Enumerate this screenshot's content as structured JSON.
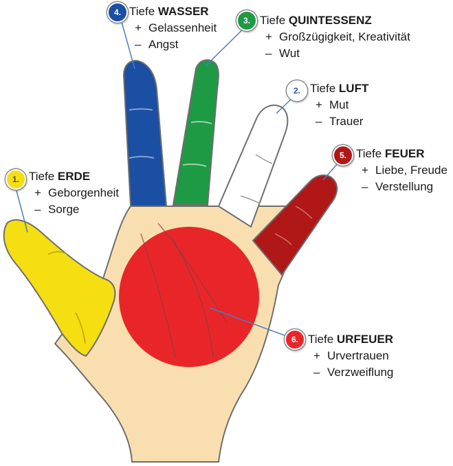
{
  "levels": [
    {
      "id": "erde",
      "number": "1.",
      "prefix": "Tiefe",
      "name": "ERDE",
      "plus": "Geborgenheit",
      "minus": "Sorge",
      "color": "#f5de12"
    },
    {
      "id": "luft",
      "number": "2.",
      "prefix": "Tiefe",
      "name": "LUFT",
      "plus": "Mut",
      "minus": "Trauer",
      "color": "#ffffff"
    },
    {
      "id": "quintessenz",
      "number": "3.",
      "prefix": "Tiefe",
      "name": "QUINTESSENZ",
      "plus": "Großzügigkeit, Kreativität",
      "minus": "Wut",
      "color": "#1e9a45"
    },
    {
      "id": "wasser",
      "number": "4.",
      "prefix": "Tiefe",
      "name": "WASSER",
      "plus": "Gelassenheit",
      "minus": "Angst",
      "color": "#1a4fa3"
    },
    {
      "id": "feuer",
      "number": "5.",
      "prefix": "Tiefe",
      "name": "FEUER",
      "plus": "Liebe, Freude",
      "minus": "Verstellung",
      "color": "#b01818"
    },
    {
      "id": "urfeuer",
      "number": "6.",
      "prefix": "Tiefe",
      "name": "URFEUER",
      "plus": "Urvertrauen",
      "minus": "Verzweiflung",
      "color": "#e8262a"
    }
  ],
  "signs": {
    "plus": "+",
    "minus": "–"
  },
  "colors": {
    "palm": "#f9dfb0",
    "outline": "#6e6e6e"
  }
}
